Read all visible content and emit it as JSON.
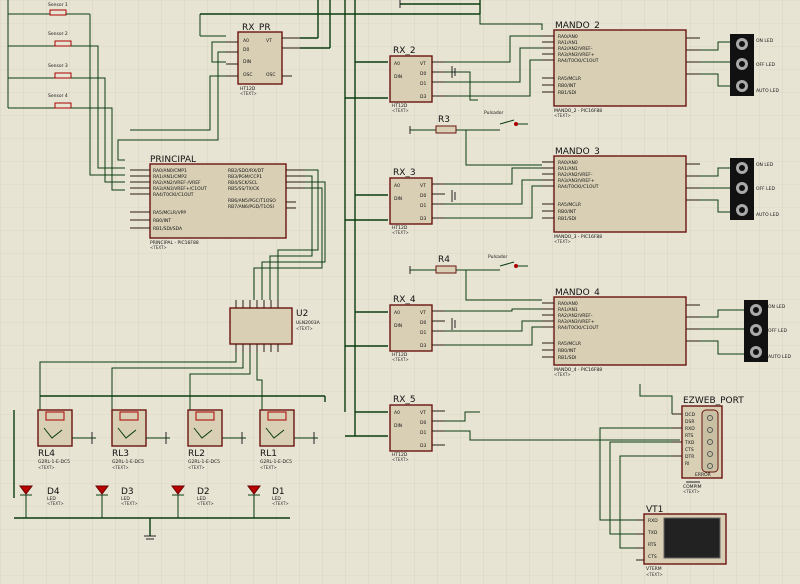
{
  "components": {
    "sensors": [
      "Sensor 1",
      "Sensor 2",
      "Sensor 3",
      "Sensor 4"
    ],
    "rx_pr": {
      "ref": "RX_PR",
      "part": "HT12D"
    },
    "principal": {
      "ref": "PRINCIPAL",
      "part": "PRINCIPAL - PIC16F88",
      "pins_left": [
        "RA0/AN0/CMP1",
        "RA1/AN1/CMP2",
        "RA2/AN2/VREF-/VREF",
        "RA3/AN3/VREF+/C1OUT",
        "RA4/T0CKI/C1OUT",
        "RA5/MCLR/VPP",
        "RB0/INT",
        "RB1/SDI/SDA"
      ],
      "pins_right": [
        "RB2/SDO/RX/DT",
        "RB3/PGM/CCP1",
        "RB4/SCK/SCL",
        "RB5/SS/TX/CK",
        "RB6/AN5/PGC/T1OSO",
        "RB7/AN6/PGD/T1OSI"
      ]
    },
    "u2": {
      "ref": "U2",
      "part": "ULN2003A"
    },
    "rx_modules": [
      {
        "ref": "RX_2",
        "part": "HT12D"
      },
      {
        "ref": "RX_3",
        "part": "HT12D"
      },
      {
        "ref": "RX_4",
        "part": "HT12D"
      },
      {
        "ref": "RX_5",
        "part": "HT12D"
      }
    ],
    "mandos": [
      {
        "ref": "MANDO_2",
        "part": "MANDO_2 - PIC16F88"
      },
      {
        "ref": "MANDO_3",
        "part": "MANDO_3 - PIC16F88"
      },
      {
        "ref": "MANDO_4",
        "part": "MANDO_4 - PIC16F88"
      }
    ],
    "mando_pins": [
      "RA0/AN0",
      "RA1/AN1",
      "RA2/AN2/VREF-",
      "RA3/AN3/VREF+",
      "RA4/T0CKI/C1OUT",
      "RA5/MCLR",
      "RB0/INT",
      "RB1/SDI"
    ],
    "leds_block": [
      "ON LED",
      "OFF LED",
      "AUTO LED"
    ],
    "resistors": [
      "R3",
      "R4"
    ],
    "pulsador": "Pulsador",
    "relays": [
      {
        "ref": "RL4",
        "part": "G2RL-1-E-DC5"
      },
      {
        "ref": "RL3",
        "part": "G2RL-1-E-DC5"
      },
      {
        "ref": "RL2",
        "part": "G2RL-1-E-DC5"
      },
      {
        "ref": "RL1",
        "part": "G2RL-1-E-DC5"
      }
    ],
    "diodes": [
      {
        "ref": "D4",
        "part": "LED"
      },
      {
        "ref": "D3",
        "part": "LED"
      },
      {
        "ref": "D2",
        "part": "LED"
      },
      {
        "ref": "D1",
        "part": "LED"
      }
    ],
    "serial": {
      "ref": "EZWEB_PORT",
      "pins": [
        "DCD",
        "DSR",
        "RXD",
        "RTS",
        "TXD",
        "CTS",
        "DTR",
        "RI"
      ],
      "part": "COMPIM",
      "error": "ERROR"
    },
    "vt": {
      "ref": "VT1",
      "pins": [
        "RXD",
        "TXD",
        "RTS",
        "CTS"
      ],
      "part": "VTERM"
    },
    "text_placeholder": "<TEXT>"
  }
}
